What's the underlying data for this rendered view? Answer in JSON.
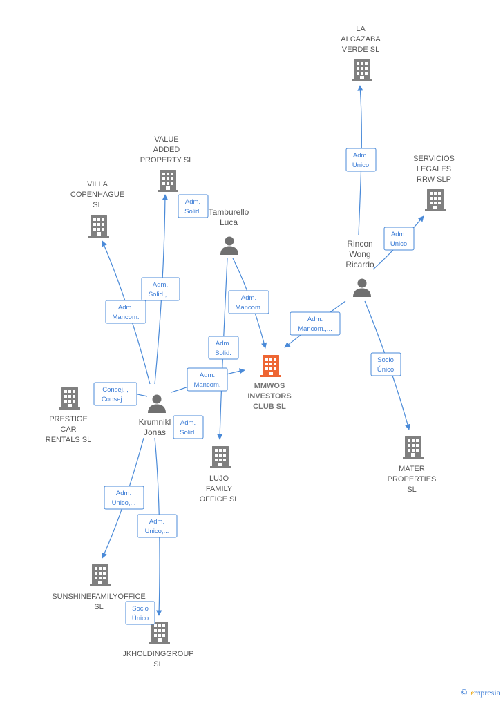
{
  "colors": {
    "edge": "#4a8ad8",
    "building": "#808080",
    "focus_building": "#ee6633",
    "person": "#707070"
  },
  "companies": [
    {
      "id": "alcazaba",
      "lines": [
        "LA",
        "ALCAZABA",
        "VERDE SL"
      ],
      "icon": "building-icon"
    },
    {
      "id": "servicios",
      "lines": [
        "SERVICIOS",
        "LEGALES",
        "RRW  SLP"
      ],
      "icon": "building-icon"
    },
    {
      "id": "value",
      "lines": [
        "VALUE",
        "ADDED",
        "PROPERTY SL"
      ],
      "icon": "building-icon"
    },
    {
      "id": "villa",
      "lines": [
        "VILLA",
        "COPENHAGUE",
        "SL"
      ],
      "icon": "building-icon"
    },
    {
      "id": "mmwos",
      "lines": [
        "MMWOS",
        "INVESTORS",
        "CLUB  SL"
      ],
      "icon": "building-icon",
      "focus": true
    },
    {
      "id": "prestige",
      "lines": [
        "PRESTIGE",
        "CAR",
        "RENTALS SL"
      ],
      "icon": "building-icon"
    },
    {
      "id": "lujo",
      "lines": [
        "LUJO",
        "FAMILY",
        "OFFICE  SL"
      ],
      "icon": "building-icon"
    },
    {
      "id": "mater",
      "lines": [
        "MATER",
        "PROPERTIES",
        "SL"
      ],
      "icon": "building-icon"
    },
    {
      "id": "sunshine",
      "lines": [
        "SUNSHINEFAMILYOFFICE",
        "SL"
      ],
      "icon": "building-icon"
    },
    {
      "id": "jkholding",
      "lines": [
        "JKHOLDINGGROUP",
        "SL"
      ],
      "icon": "building-icon"
    }
  ],
  "persons": [
    {
      "id": "tamburello",
      "lines": [
        "Tamburello",
        "Luca"
      ],
      "icon": "person-icon"
    },
    {
      "id": "rincon",
      "lines": [
        "Rincon",
        "Wong",
        "Ricardo"
      ],
      "icon": "person-icon"
    },
    {
      "id": "krumnikl",
      "lines": [
        "Krumnikl",
        "Jonas"
      ],
      "icon": "person-icon"
    }
  ],
  "edges": [
    {
      "id": "rincon-alcazaba",
      "label": [
        "Adm.",
        "Unico"
      ]
    },
    {
      "id": "rincon-servicios",
      "label": [
        "Adm.",
        "Unico"
      ]
    },
    {
      "id": "rincon-mmwos",
      "label": [
        "Adm.",
        "Mancom.,..."
      ]
    },
    {
      "id": "rincon-mater",
      "label": [
        "Socio",
        "Único"
      ]
    },
    {
      "id": "tamburello-mmwos",
      "label": [
        "Adm.",
        "Mancom."
      ]
    },
    {
      "id": "tamburello-lujo",
      "label": [
        "Adm.",
        "Solid."
      ]
    },
    {
      "id": "krumnikl-value-solid",
      "label": [
        "Adm.",
        "Solid."
      ]
    },
    {
      "id": "krumnikl-value",
      "label": [
        "Adm.",
        "Solid.,..."
      ]
    },
    {
      "id": "krumnikl-villa",
      "label": [
        "Adm.",
        "Mancom."
      ]
    },
    {
      "id": "krumnikl-prestige",
      "label": [
        "Consej. ,",
        "Consej...."
      ]
    },
    {
      "id": "krumnikl-mmwos",
      "label": [
        "Adm.",
        "Mancom."
      ]
    },
    {
      "id": "krumnikl-lujo",
      "label": [
        "Adm.",
        "Solid."
      ]
    },
    {
      "id": "krumnikl-sunshine",
      "label": [
        "Adm.",
        "Unico,..."
      ]
    },
    {
      "id": "krumnikl-jk",
      "label": [
        "Adm.",
        "Unico,..."
      ]
    },
    {
      "id": "krumnikl-jk-socio",
      "label": [
        "Socio",
        "Único"
      ]
    }
  ],
  "footer": {
    "copyright": "©",
    "brand_initial": "e",
    "brand_rest": "mpresia"
  }
}
